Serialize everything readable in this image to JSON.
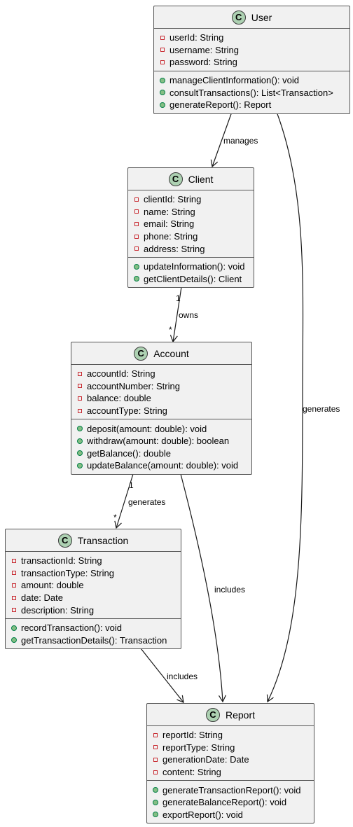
{
  "classes": {
    "user": {
      "badge": "C",
      "name": "User",
      "attributes": [
        "userId: String",
        "username: String",
        "password: String"
      ],
      "methods": [
        "manageClientInformation(): void",
        "consultTransactions(): List<Transaction>",
        "generateReport(): Report"
      ]
    },
    "client": {
      "badge": "C",
      "name": "Client",
      "attributes": [
        "clientId: String",
        "name: String",
        "email: String",
        "phone: String",
        "address: String"
      ],
      "methods": [
        "updateInformation(): void",
        "getClientDetails(): Client"
      ]
    },
    "account": {
      "badge": "C",
      "name": "Account",
      "attributes": [
        "accountId: String",
        "accountNumber: String",
        "balance: double",
        "accountType: String"
      ],
      "methods": [
        "deposit(amount: double): void",
        "withdraw(amount: double): boolean",
        "getBalance(): double",
        "updateBalance(amount: double): void"
      ]
    },
    "transaction": {
      "badge": "C",
      "name": "Transaction",
      "attributes": [
        "transactionId: String",
        "transactionType: String",
        "amount: double",
        "date: Date",
        "description: String"
      ],
      "methods": [
        "recordTransaction(): void",
        "getTransactionDetails(): Transaction"
      ]
    },
    "report": {
      "badge": "C",
      "name": "Report",
      "attributes": [
        "reportId: String",
        "reportType: String",
        "generationDate: Date",
        "content: String"
      ],
      "methods": [
        "generateTransactionReport(): void",
        "generateBalanceReport(): void",
        "exportReport(): void"
      ]
    }
  },
  "relations": {
    "user_client": {
      "label": "manages"
    },
    "user_report": {
      "label": "generates"
    },
    "client_account": {
      "label": "owns",
      "source_mult": "1",
      "target_mult": "*"
    },
    "account_transaction": {
      "label": "generates",
      "source_mult": "1",
      "target_mult": "*"
    },
    "account_report": {
      "label": "includes"
    },
    "transaction_report": {
      "label": "includes"
    }
  },
  "colors": {
    "box_fill": "#f1f1f1",
    "box_border": "#555555",
    "badge_fill": "#add1b2",
    "private_marker": "#c82930",
    "public_marker": "#84be84",
    "edge": "#181818"
  }
}
